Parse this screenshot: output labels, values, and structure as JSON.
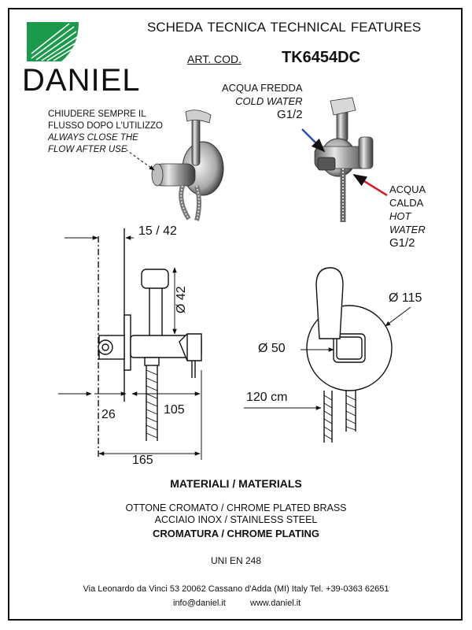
{
  "header": {
    "title": "SCHEDA TECNICA   TECHNICAL FEATURES",
    "art_label": "ART. COD.",
    "art_code": "TK6454DC"
  },
  "logo": {
    "text": "DANIEL",
    "color": "#1a9a4a"
  },
  "notes": {
    "close_it_1": "CHIUDERE SEMPRE IL",
    "close_it_2": "FLUSSO DOPO L'UTILIZZO",
    "close_en_1": "ALWAYS CLOSE THE",
    "close_en_2": "FLOW AFTER  USE"
  },
  "cold_water": {
    "it": "ACQUA FREDDA",
    "en": "COLD WATER",
    "thread": "G1/2",
    "color": "#2a4fb0"
  },
  "hot_water": {
    "it_1": "ACQUA",
    "it_2": "CALDA",
    "en_1": "HOT",
    "en_2": "WATER",
    "thread": "G1/2",
    "color": "#d61f2a"
  },
  "dimensions": {
    "d_15_42": "15 / 42",
    "d_42": "Ø 42",
    "d_26": "26",
    "d_105": "105",
    "d_165": "165",
    "d_115": "Ø 115",
    "d_50": "Ø 50",
    "d_hose": "120 cm"
  },
  "materials": {
    "title": "MATERIALI / MATERIALS",
    "line1": "OTTONE CROMATO  / CHROME PLATED BRASS",
    "line2": "ACCIAIO INOX / STAINLESS STEEL",
    "plating": "CROMATURA / CHROME PLATING",
    "norm": "UNI EN 248"
  },
  "footer": {
    "address": "Via Leonardo da Vinci 53    20062 Cassano d'Adda (MI) Italy Tel. +39-0363 62651",
    "email": "info@daniel.it",
    "web": "www.daniel.it"
  }
}
